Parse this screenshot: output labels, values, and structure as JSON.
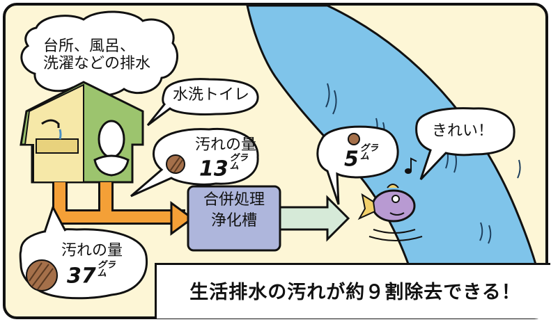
{
  "bubbles": {
    "drainage": {
      "line1": "台所、風呂、",
      "line2": "洗濯などの排水"
    },
    "toilet": "水洗トイレ",
    "clean": "きれい！"
  },
  "amounts": {
    "before_small": {
      "label": "汚れの量",
      "value": "13",
      "unit_top": "グラ",
      "unit_bottom": "ム"
    },
    "before_large": {
      "label": "汚れの量",
      "value": "37",
      "unit_top": "グラ",
      "unit_bottom": "ム"
    },
    "after": {
      "value": "5",
      "unit_top": "グラ",
      "unit_bottom": "ム"
    }
  },
  "tank": {
    "line1": "合併処理",
    "line2": "浄化槽"
  },
  "summary": "生活排水の汚れが約９割除去できる！",
  "colors": {
    "frame_bg": "#fdf6d6",
    "river": "#7fc4ea",
    "pipe": "#f4a037",
    "tank": "#aeb6dc",
    "house_left": "#f6e8a8",
    "house_right": "#9cc46e",
    "fish": "#b89ad2",
    "pale_arrow": "#d6ead8",
    "dirt_ball": "#a5704a"
  }
}
